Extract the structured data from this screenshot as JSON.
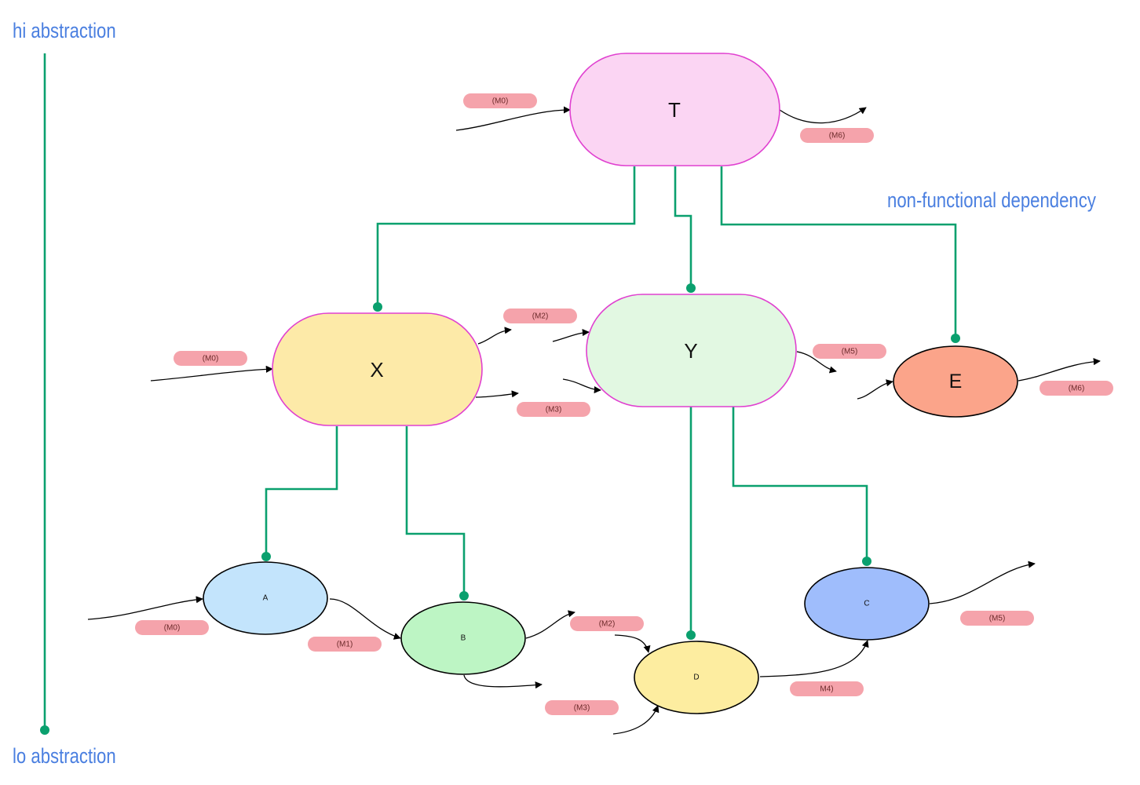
{
  "labels": {
    "hi": "hi abstraction",
    "lo": "lo abstraction",
    "non_functional": "non-functional dependency"
  },
  "nodes": {
    "T": {
      "label": "T",
      "fill": "#fbd5f3"
    },
    "X": {
      "label": "X",
      "fill": "#fdeaa8"
    },
    "Y": {
      "label": "Y",
      "fill": "#e2f8e2"
    },
    "E": {
      "label": "E",
      "fill": "#fba48a"
    },
    "A": {
      "label": "A",
      "fill": "#c3e4fc"
    },
    "B": {
      "label": "B",
      "fill": "#bdf5c4"
    },
    "C": {
      "label": "C",
      "fill": "#9fbdfc"
    },
    "D": {
      "label": "D",
      "fill": "#fdeda0"
    }
  },
  "messages": {
    "t_in": "(M0)",
    "t_out": "(M6)",
    "x_in": "(M0)",
    "x_out_top": "(M2)",
    "x_out_bottom": "(M3)",
    "y_out": "(M5)",
    "e_out": "(M6)",
    "a_in": "(M0)",
    "a_out": "(M1)",
    "b_out_top": "(M2)",
    "b_out_bottom": "(M3)",
    "d_out": "M4)",
    "c_out": "(M5)"
  },
  "colors": {
    "dependency": "#0aa06e",
    "label_blue": "#4a7fe0",
    "pill": "#f5a3ab",
    "border_magenta": "#e040d0"
  }
}
